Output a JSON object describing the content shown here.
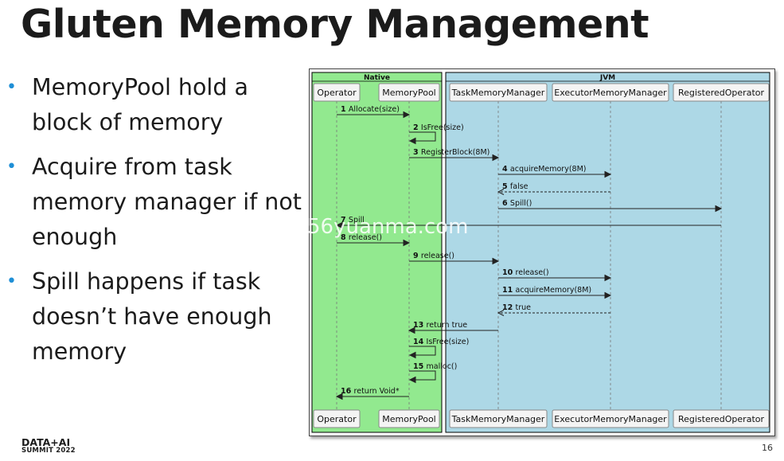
{
  "slide": {
    "title": "Gluten Memory Management",
    "page_number": "16",
    "brand_line1": "DATA+AI",
    "brand_line2": "SUMMIT 2022",
    "watermark": "56yuanma.com"
  },
  "bullets": [
    "MemoryPool hold a block of memory",
    "Acquire from task memory manager if not enough",
    "Spill happens if task doesn’t have enough memory"
  ],
  "colors": {
    "native_box": "#92e98f",
    "jvm_box": "#add8e6",
    "bullet": "#1f8fd6"
  },
  "diagram": {
    "groups": [
      {
        "name": "Native"
      },
      {
        "name": "JVM"
      }
    ],
    "participants": [
      "Operator",
      "MemoryPool",
      "TaskMemoryManager",
      "ExecutorMemoryManager",
      "RegisteredOperator"
    ],
    "messages": [
      {
        "num": "1",
        "text": "Allocate(size)",
        "from": "Operator",
        "to": "MemoryPool",
        "style": "solid"
      },
      {
        "num": "2",
        "text": "IsFree(size)",
        "from": "MemoryPool",
        "to": "MemoryPool",
        "style": "self"
      },
      {
        "num": "3",
        "text": "RegisterBlock(8M)",
        "from": "MemoryPool",
        "to": "TaskMemoryManager",
        "style": "solid"
      },
      {
        "num": "4",
        "text": "acquireMemory(8M)",
        "from": "TaskMemoryManager",
        "to": "ExecutorMemoryManager",
        "style": "solid"
      },
      {
        "num": "5",
        "text": "false",
        "from": "ExecutorMemoryManager",
        "to": "TaskMemoryManager",
        "style": "dashed"
      },
      {
        "num": "6",
        "text": "Spill()",
        "from": "TaskMemoryManager",
        "to": "RegisteredOperator",
        "style": "solid"
      },
      {
        "num": "7",
        "text": "Spill",
        "from": "RegisteredOperator",
        "to": "Operator",
        "style": "solid"
      },
      {
        "num": "8",
        "text": "release()",
        "from": "Operator",
        "to": "MemoryPool",
        "style": "solid"
      },
      {
        "num": "9",
        "text": "release()",
        "from": "MemoryPool",
        "to": "TaskMemoryManager",
        "style": "solid"
      },
      {
        "num": "10",
        "text": "release()",
        "from": "TaskMemoryManager",
        "to": "ExecutorMemoryManager",
        "style": "solid"
      },
      {
        "num": "11",
        "text": "acquireMemory(8M)",
        "from": "TaskMemoryManager",
        "to": "ExecutorMemoryManager",
        "style": "solid"
      },
      {
        "num": "12",
        "text": "true",
        "from": "ExecutorMemoryManager",
        "to": "TaskMemoryManager",
        "style": "dashed"
      },
      {
        "num": "13",
        "text": "return true",
        "from": "TaskMemoryManager",
        "to": "MemoryPool",
        "style": "solid"
      },
      {
        "num": "14",
        "text": "IsFree(size)",
        "from": "MemoryPool",
        "to": "MemoryPool",
        "style": "self"
      },
      {
        "num": "15",
        "text": "malloc()",
        "from": "MemoryPool",
        "to": "MemoryPool",
        "style": "self"
      },
      {
        "num": "16",
        "text": "return Void*",
        "from": "MemoryPool",
        "to": "Operator",
        "style": "solid"
      }
    ]
  }
}
